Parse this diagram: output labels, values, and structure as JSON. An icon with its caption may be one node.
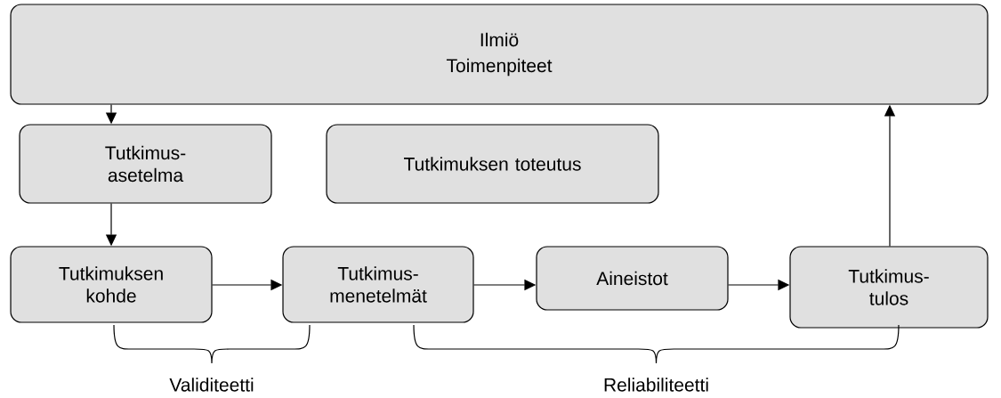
{
  "diagram": {
    "nodes": [
      {
        "text": [
          "Ilmiö",
          "Toimenpiteet"
        ]
      },
      {
        "text": [
          "Tutkimus- asetelma"
        ]
      },
      {
        "text": [
          "Tutkimuksen toteutus"
        ]
      },
      {
        "text": [
          "Tutkimuksen kohde"
        ]
      },
      {
        "text": [
          "Tutkimus- menetelmät"
        ]
      },
      {
        "text": [
          "Aineistot"
        ]
      },
      {
        "text": [
          "Tutkimus- tulos"
        ]
      }
    ],
    "edges": [
      {
        "from": 0,
        "to": 1,
        "arrow": "to"
      },
      {
        "from": 1,
        "to": 3,
        "arrow": "to"
      },
      {
        "from": 3,
        "to": 4,
        "arrow": "to"
      },
      {
        "from": 4,
        "to": 5,
        "arrow": "to"
      },
      {
        "from": 5,
        "to": 6,
        "arrow": "to"
      },
      {
        "from": 6,
        "to": 0,
        "arrow": "to"
      }
    ],
    "labels": [
      "Validiteetti",
      "Reliabiliteetti"
    ]
  }
}
